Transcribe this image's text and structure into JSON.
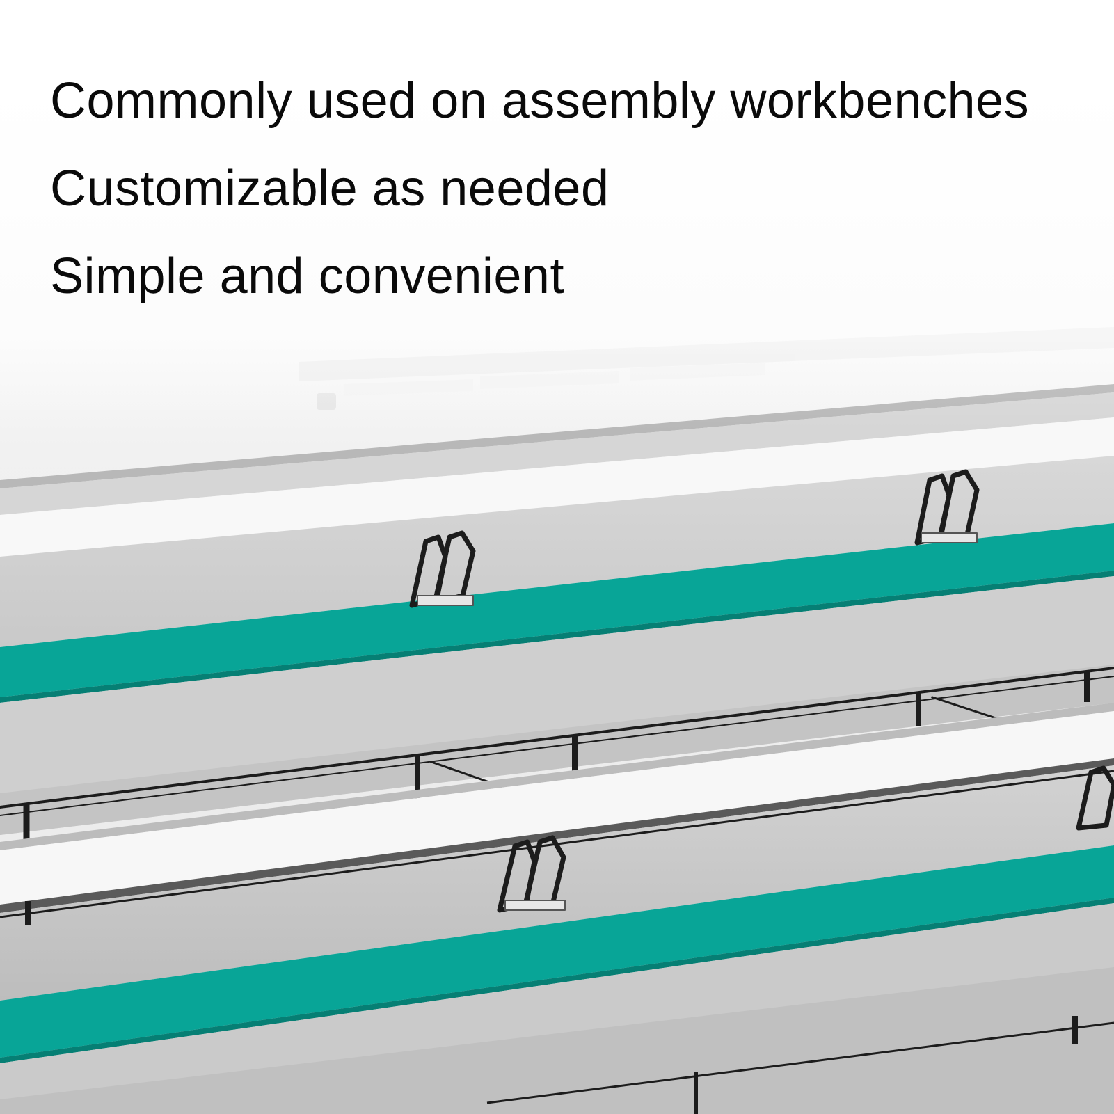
{
  "features": [
    "Commonly used on assembly workbenches",
    "Customizable as needed",
    "Simple and convenient"
  ],
  "colors": {
    "conveyor_belt": "#08a597",
    "frame": "#1c1c1c",
    "panel_light": "#f7f7f7",
    "panel_grey": "#cfcfcf",
    "text": "#0a0a0a"
  },
  "icons": [
    "workbench-illustration",
    "bracket-icon"
  ]
}
